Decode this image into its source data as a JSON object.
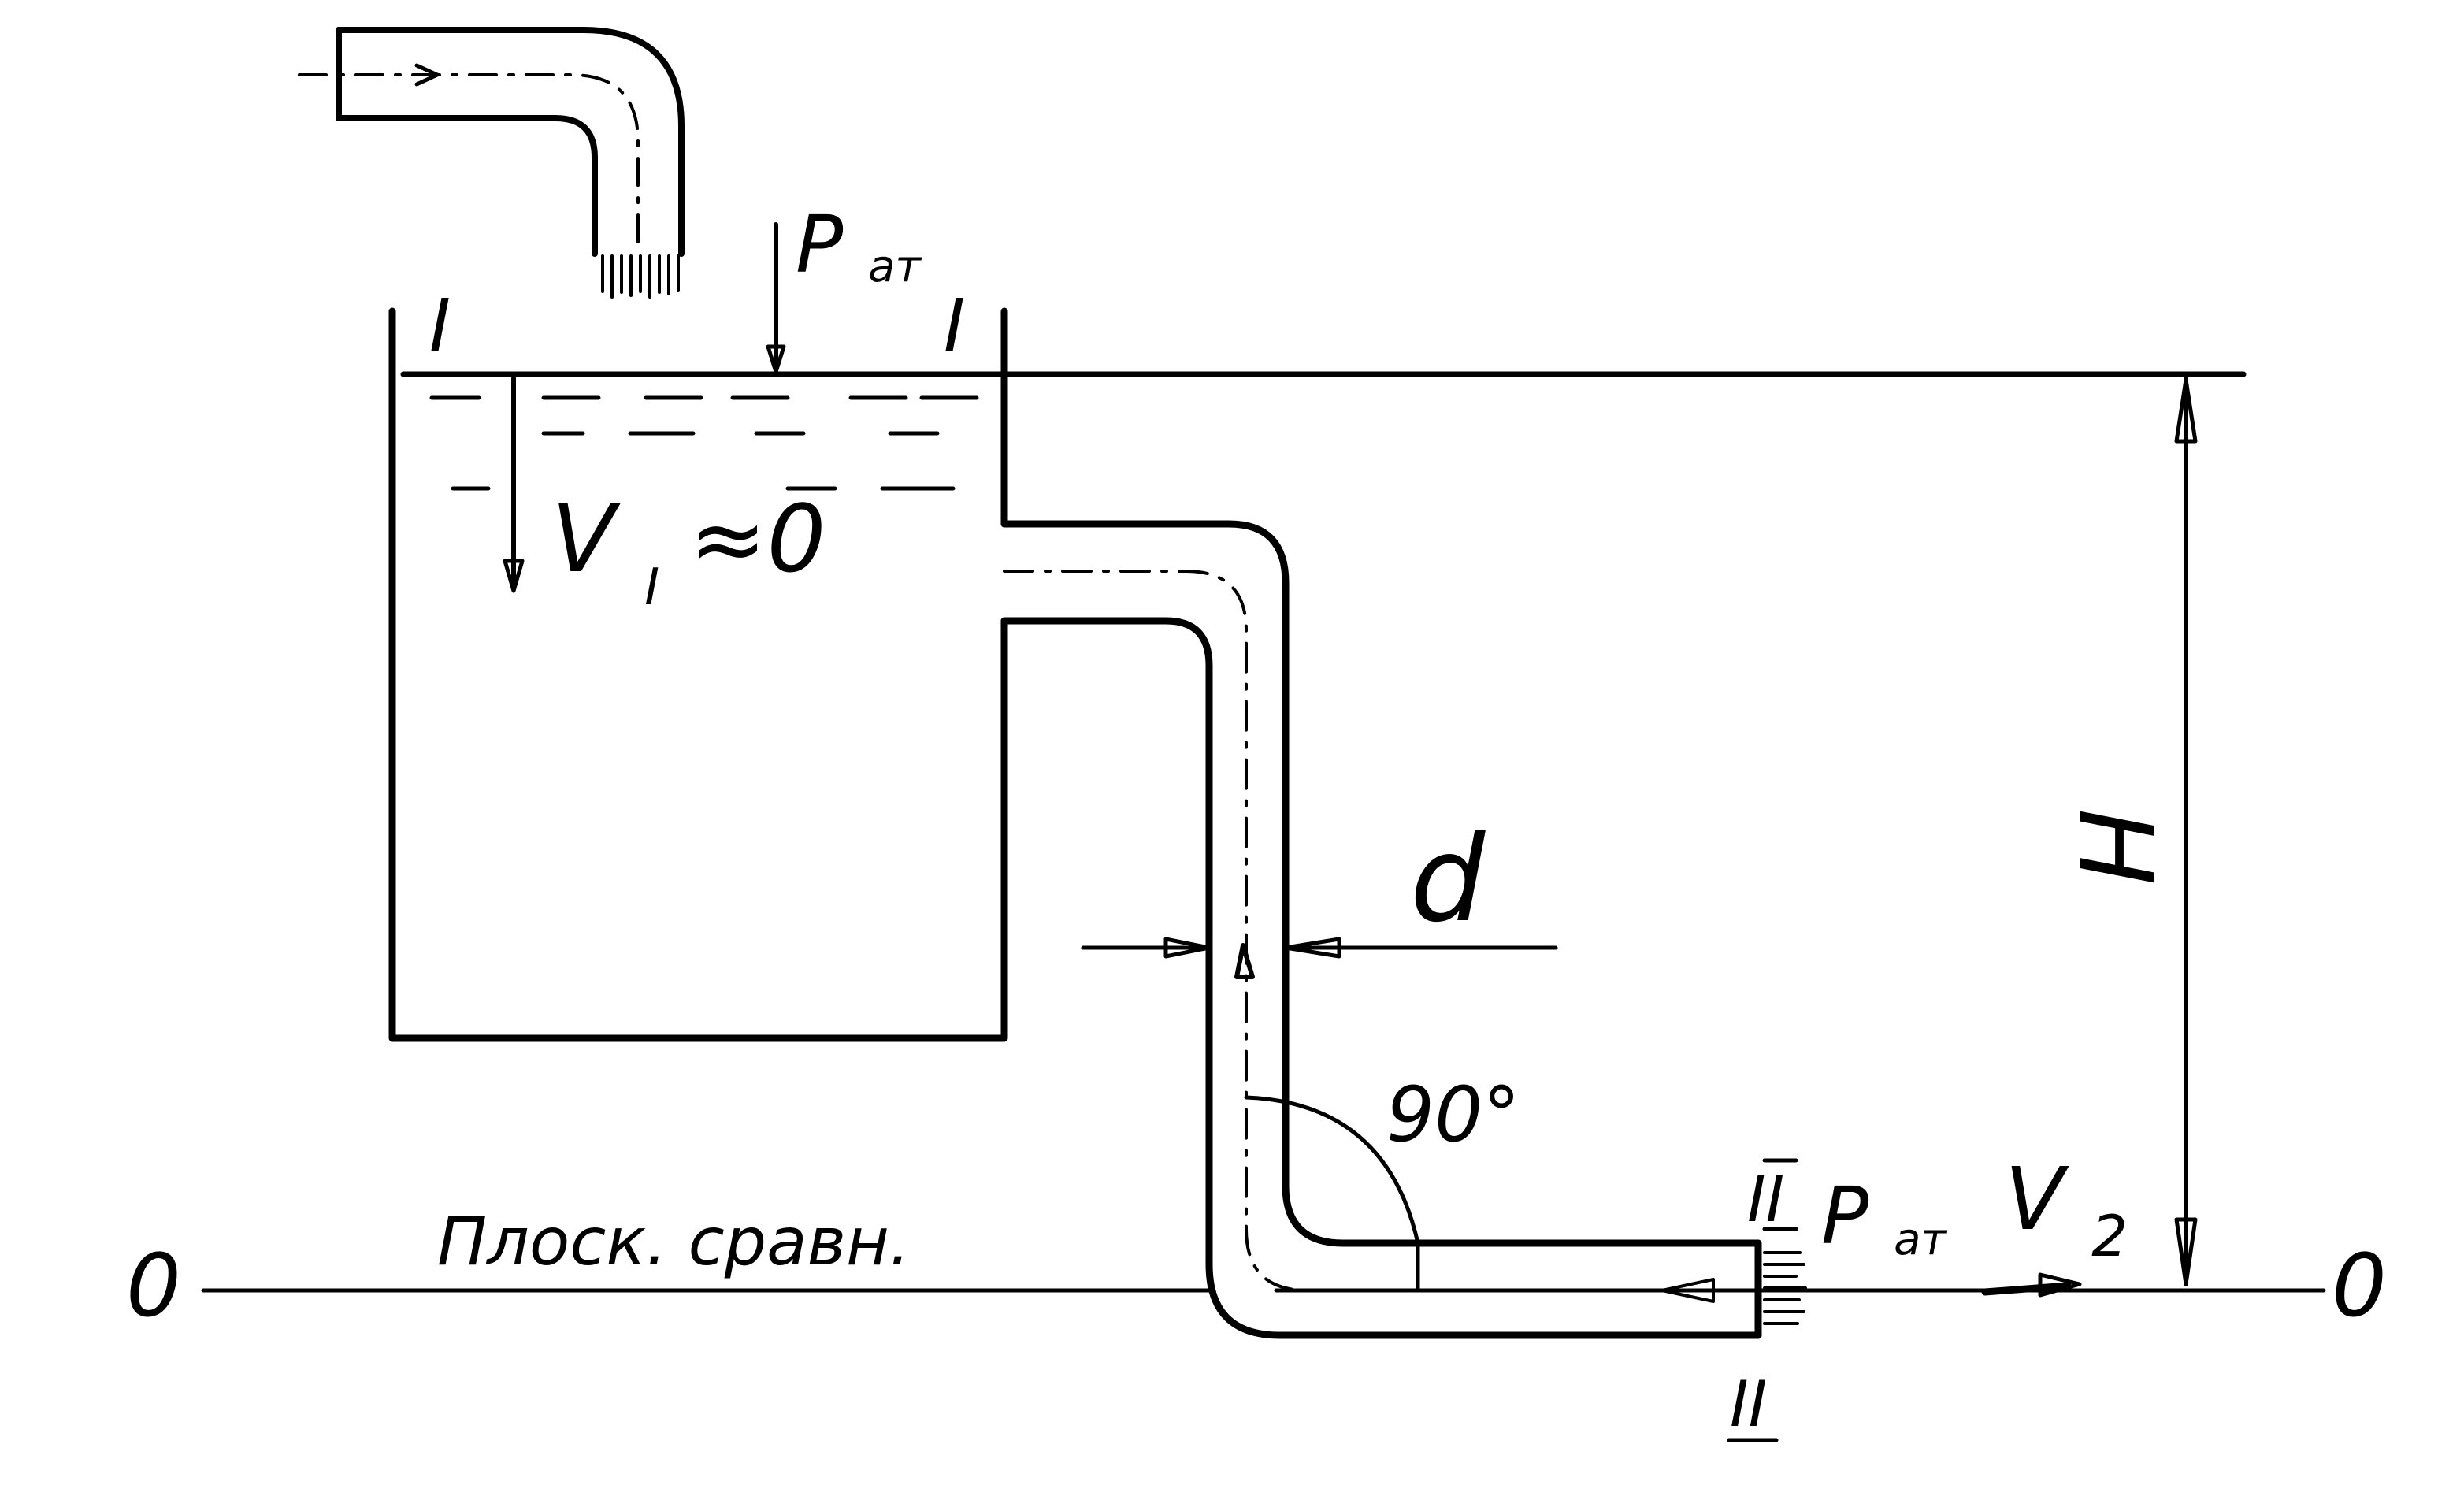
{
  "labels": {
    "section_1_left": "I",
    "section_1_right": "I",
    "p_atm_top": "P",
    "p_atm_top_sub": "ат",
    "velocity_1": "V",
    "velocity_1_sub": "I",
    "velocity_1_approx": "≈0",
    "diameter": "d",
    "angle": "90°",
    "section_2_top": "II",
    "section_2_bottom": "II",
    "p_atm_outlet": "P",
    "p_atm_outlet_sub": "ат",
    "velocity_2": "V",
    "velocity_2_sub": "2",
    "height": "H",
    "datum_left": "0",
    "datum_right": "0",
    "datum_caption": "Плоск. сравн."
  },
  "colors": {
    "ink": "#000000",
    "paper": "#ffffff"
  }
}
